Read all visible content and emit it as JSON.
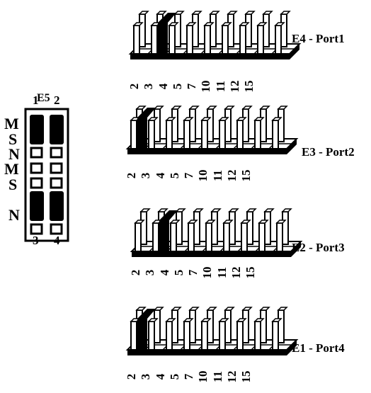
{
  "e5": {
    "title": "E5",
    "top_cols": [
      "1",
      "2"
    ],
    "bottom_cols": [
      "3",
      "4"
    ],
    "row_labels": [
      "M",
      "S",
      "N",
      "M",
      "S",
      "N"
    ]
  },
  "headers": [
    {
      "name": "E4 - Port1",
      "pin_labels": [
        "2",
        "3",
        "4",
        "5",
        "7",
        "10",
        "11",
        "12",
        "15"
      ],
      "jumpered_pair": 1
    },
    {
      "name": "E3 - Port2",
      "pin_labels": [
        "2",
        "3",
        "4",
        "5",
        "7",
        "10",
        "11",
        "12",
        "15"
      ],
      "jumpered_pair": 0
    },
    {
      "name": "E2 - Port3",
      "pin_labels": [
        "2",
        "3",
        "4",
        "5",
        "7",
        "10",
        "11",
        "12",
        "15"
      ],
      "jumpered_pair": 1
    },
    {
      "name": "E1 - Port4",
      "pin_labels": [
        "2",
        "3",
        "4",
        "5",
        "7",
        "10",
        "11",
        "12",
        "15"
      ],
      "jumpered_pair": 0
    }
  ]
}
